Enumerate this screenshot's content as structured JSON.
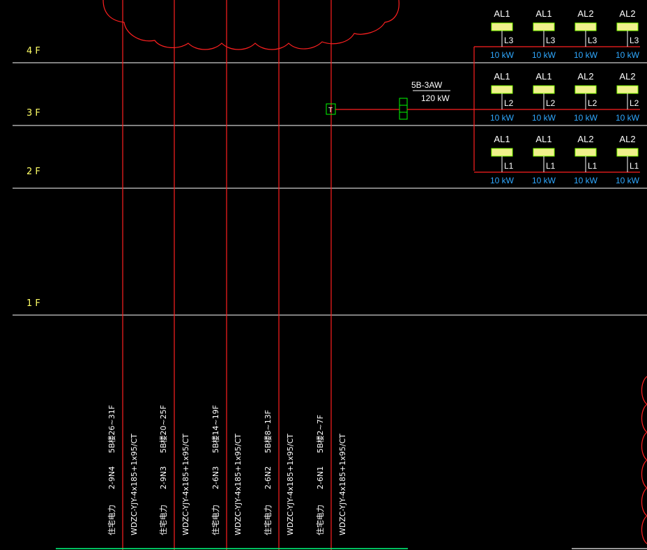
{
  "floors": [
    {
      "label": "4 F"
    },
    {
      "label": "3 F"
    },
    {
      "label": "2 F"
    },
    {
      "label": "1 F"
    }
  ],
  "distribution_box": {
    "name": "5B-3AW",
    "power": "120 kW",
    "terminal": "T"
  },
  "panel_rows": [
    {
      "panels": [
        {
          "name": "AL1",
          "phase": "L3",
          "power": "10 kW"
        },
        {
          "name": "AL1",
          "phase": "L3",
          "power": "10 kW"
        },
        {
          "name": "AL2",
          "phase": "L3",
          "power": "10 kW"
        },
        {
          "name": "AL2",
          "phase": "L3",
          "power": "10 kW"
        }
      ]
    },
    {
      "panels": [
        {
          "name": "AL1",
          "phase": "L2",
          "power": "10 kW"
        },
        {
          "name": "AL1",
          "phase": "L2",
          "power": "10 kW"
        },
        {
          "name": "AL2",
          "phase": "L2",
          "power": "10 kW"
        },
        {
          "name": "AL2",
          "phase": "L2",
          "power": "10 kW"
        }
      ]
    },
    {
      "panels": [
        {
          "name": "AL1",
          "phase": "L1",
          "power": "10 kW"
        },
        {
          "name": "AL1",
          "phase": "L1",
          "power": "10 kW"
        },
        {
          "name": "AL2",
          "phase": "L1",
          "power": "10 kW"
        },
        {
          "name": "AL2",
          "phase": "L1",
          "power": "10 kW"
        }
      ]
    }
  ],
  "risers": [
    {
      "use": "住宅电力",
      "circuit": "2-9N4",
      "floors": "5B楼26~31F",
      "cable": "WDZC-YJY-4x185+1x95/CT"
    },
    {
      "use": "住宅电力",
      "circuit": "2-9N3",
      "floors": "5B楼20~25F",
      "cable": "WDZC-YJY-4x185+1x95/CT"
    },
    {
      "use": "住宅电力",
      "circuit": "2-6N3",
      "floors": "5B楼14~19F",
      "cable": "WDZC-YJY-4x185+1x95/CT"
    },
    {
      "use": "住宅电力",
      "circuit": "2-6N2",
      "floors": "5B楼8~13F",
      "cable": "WDZC-YJY-4x185+1x95/CT"
    },
    {
      "use": "住宅电力",
      "circuit": "2-6N1",
      "floors": "5B楼2~7F",
      "cable": "WDZC-YJY-4x185+1x95/CT"
    }
  ],
  "colors": {
    "background": "#000000",
    "wire": "#ff2020",
    "floor_line": "#ffffff",
    "floor_label": "#ffff66",
    "panel_fill": "#f0f08c",
    "panel_stroke": "#7fff00",
    "power_text": "#2fa8ff",
    "box_stroke": "#00ff00",
    "bottom_strip": "#00ff7f"
  }
}
